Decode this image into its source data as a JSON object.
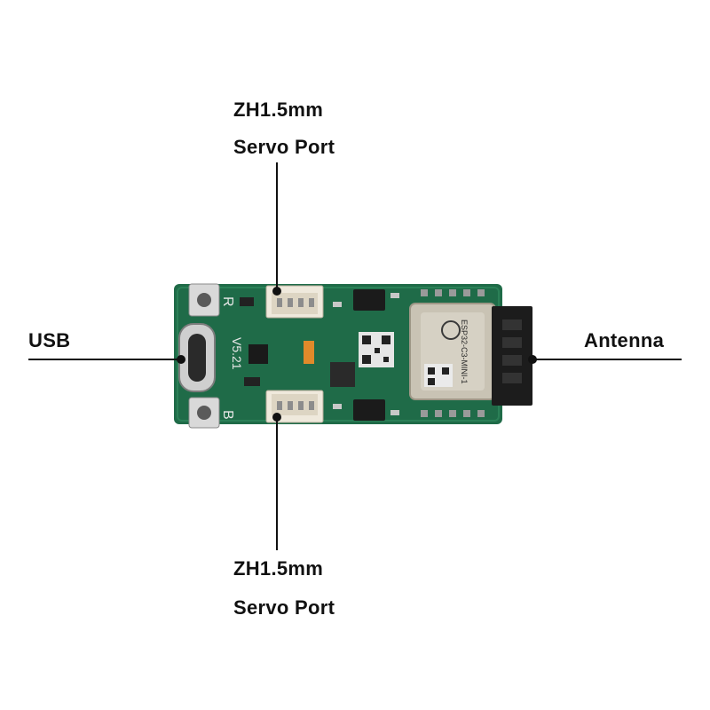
{
  "callouts": {
    "top": {
      "line1": "ZH1.5mm",
      "line2": "Servo Port"
    },
    "bottom": {
      "line1": "ZH1.5mm",
      "line2": "Servo Port"
    },
    "left": {
      "text": "USB"
    },
    "right": {
      "text": "Antenna"
    }
  },
  "board": {
    "silkscreen_version": "V5.21",
    "button_r": "R",
    "button_b": "B",
    "module_text": "ESP32-C3-MINI-1"
  },
  "colors": {
    "pcb": "#1f6b48",
    "pcb_dark": "#164f36",
    "module": "#c9c3b4",
    "antenna": "#1c1c1c"
  }
}
